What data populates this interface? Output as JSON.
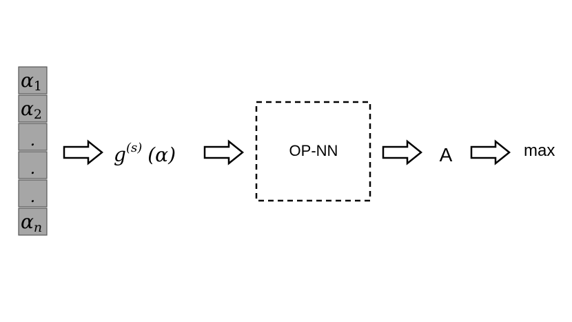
{
  "vector": {
    "cells": [
      {
        "base": "α",
        "sub": "1"
      },
      {
        "base": "α",
        "sub": "2"
      },
      {
        "base": ".",
        "sub": ""
      },
      {
        "base": ".",
        "sub": ""
      },
      {
        "base": ".",
        "sub": ""
      },
      {
        "base": "α",
        "sub": "n"
      }
    ],
    "fill": "#a6a6a6"
  },
  "transform": {
    "func": "g",
    "sup": "(s)",
    "arg": "(α)"
  },
  "network": {
    "label": "OP-NN"
  },
  "output": {
    "label": "A"
  },
  "final": {
    "label": "max"
  }
}
